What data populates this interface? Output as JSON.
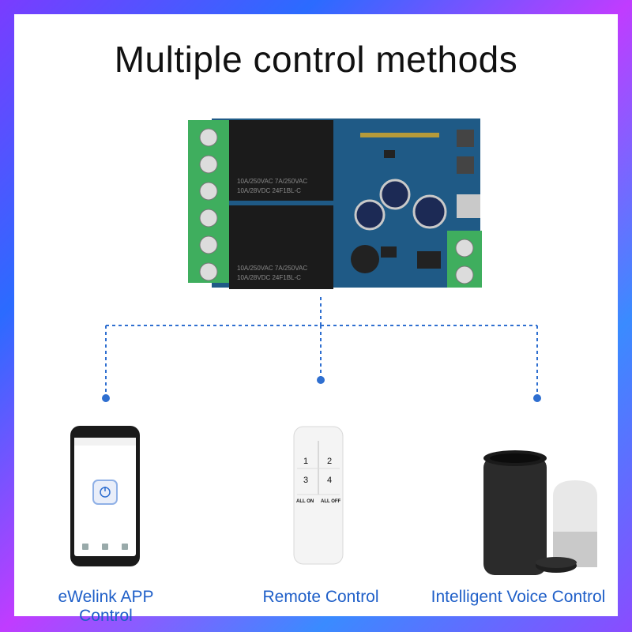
{
  "title": "Multiple control methods",
  "board": {
    "relay_top_line1": "10A/250VAC  7A/250VAC",
    "relay_top_line2": "10A/28VDC   24F1BL-C",
    "relay_bottom_line1": "10A/250VAC  7A/250VAC",
    "relay_bottom_line2": "10A/28VDC   24F1BL-C"
  },
  "methods": [
    {
      "label": "eWelink APP Control"
    },
    {
      "label": "Remote Control"
    },
    {
      "label": "Intelligent Voice Control"
    }
  ],
  "remote": {
    "buttons": [
      "1",
      "2",
      "3",
      "4"
    ],
    "all_on": "ALL ON",
    "all_off": "ALL OFF"
  },
  "colors": {
    "accent": "#2f6fd0",
    "terminal_green": "#3fae5e",
    "pcb_blue": "#1f5a86",
    "relay_black": "#1b1b1b"
  }
}
